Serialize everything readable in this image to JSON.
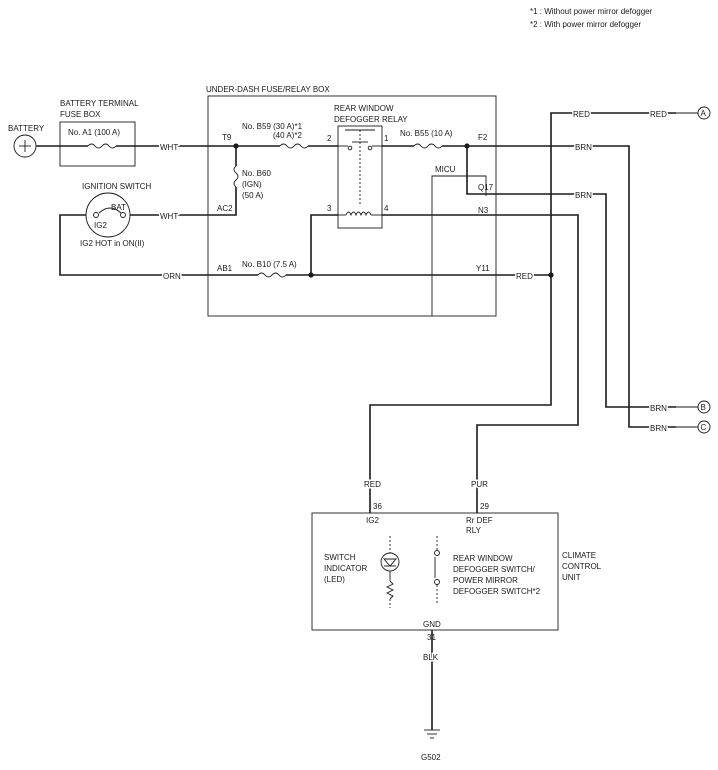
{
  "notes": {
    "note1": "*1 : Without power mirror defogger",
    "note2": "*2 : With power mirror defogger"
  },
  "battery": {
    "label": "BATTERY"
  },
  "battery_fuse_box": {
    "title_line1": "BATTERY TERMINAL",
    "title_line2": "FUSE BOX",
    "fuse": "No. A1 (100 A)",
    "wire": "WHT"
  },
  "ignition_switch": {
    "title": "IGNITION SWITCH",
    "bat": "BAT",
    "ig2": "IG2",
    "note": "IG2 HOT in ON(II)",
    "wire_wht": "WHT",
    "wire_orn": "ORN"
  },
  "fuse_relay_box": {
    "title": "UNDER-DASH FUSE/RELAY BOX",
    "t9": "T9",
    "ac2": "AC2",
    "ab1": "AB1",
    "f2": "F2",
    "q17": "Q17",
    "n3": "N3",
    "y11": "Y11",
    "fuse_b59_line1": "No. B59 (30 A)*1",
    "fuse_b59_line2": "(40 A)*2",
    "fuse_b60_line1": "No. B60",
    "fuse_b60_line2": "(IGN)",
    "fuse_b60_line3": "(50 A)",
    "fuse_b55": "No. B55 (10 A)",
    "fuse_b10": "No. B10 (7.5 A)",
    "micu": "MICU",
    "relay_line1": "REAR WINDOW",
    "relay_line2": "DEFOGGER RELAY",
    "pin1": "1",
    "pin2": "2",
    "pin3": "3",
    "pin4": "4"
  },
  "wires": {
    "red": "RED",
    "brn": "BRN",
    "pur": "PUR",
    "blk": "BLK"
  },
  "connectors": {
    "a": "A",
    "b": "B",
    "c": "C"
  },
  "climate_unit": {
    "title_line1": "CLIMATE",
    "title_line2": "CONTROL",
    "title_line3": "UNIT",
    "pin36": "36",
    "ig2": "IG2",
    "pin29": "29",
    "rr_def_line1": "Rr DEF",
    "rr_def_line2": "RLY",
    "led_line1": "SWITCH",
    "led_line2": "INDICATOR",
    "led_line3": "(LED)",
    "switch_line1": "REAR WINDOW",
    "switch_line2": "DEFOGGER SWITCH/",
    "switch_line3": "POWER MIRROR",
    "switch_line4": "DEFOGGER SWITCH*2",
    "gnd": "GND",
    "pin31": "31"
  },
  "ground": {
    "label": "G502"
  }
}
